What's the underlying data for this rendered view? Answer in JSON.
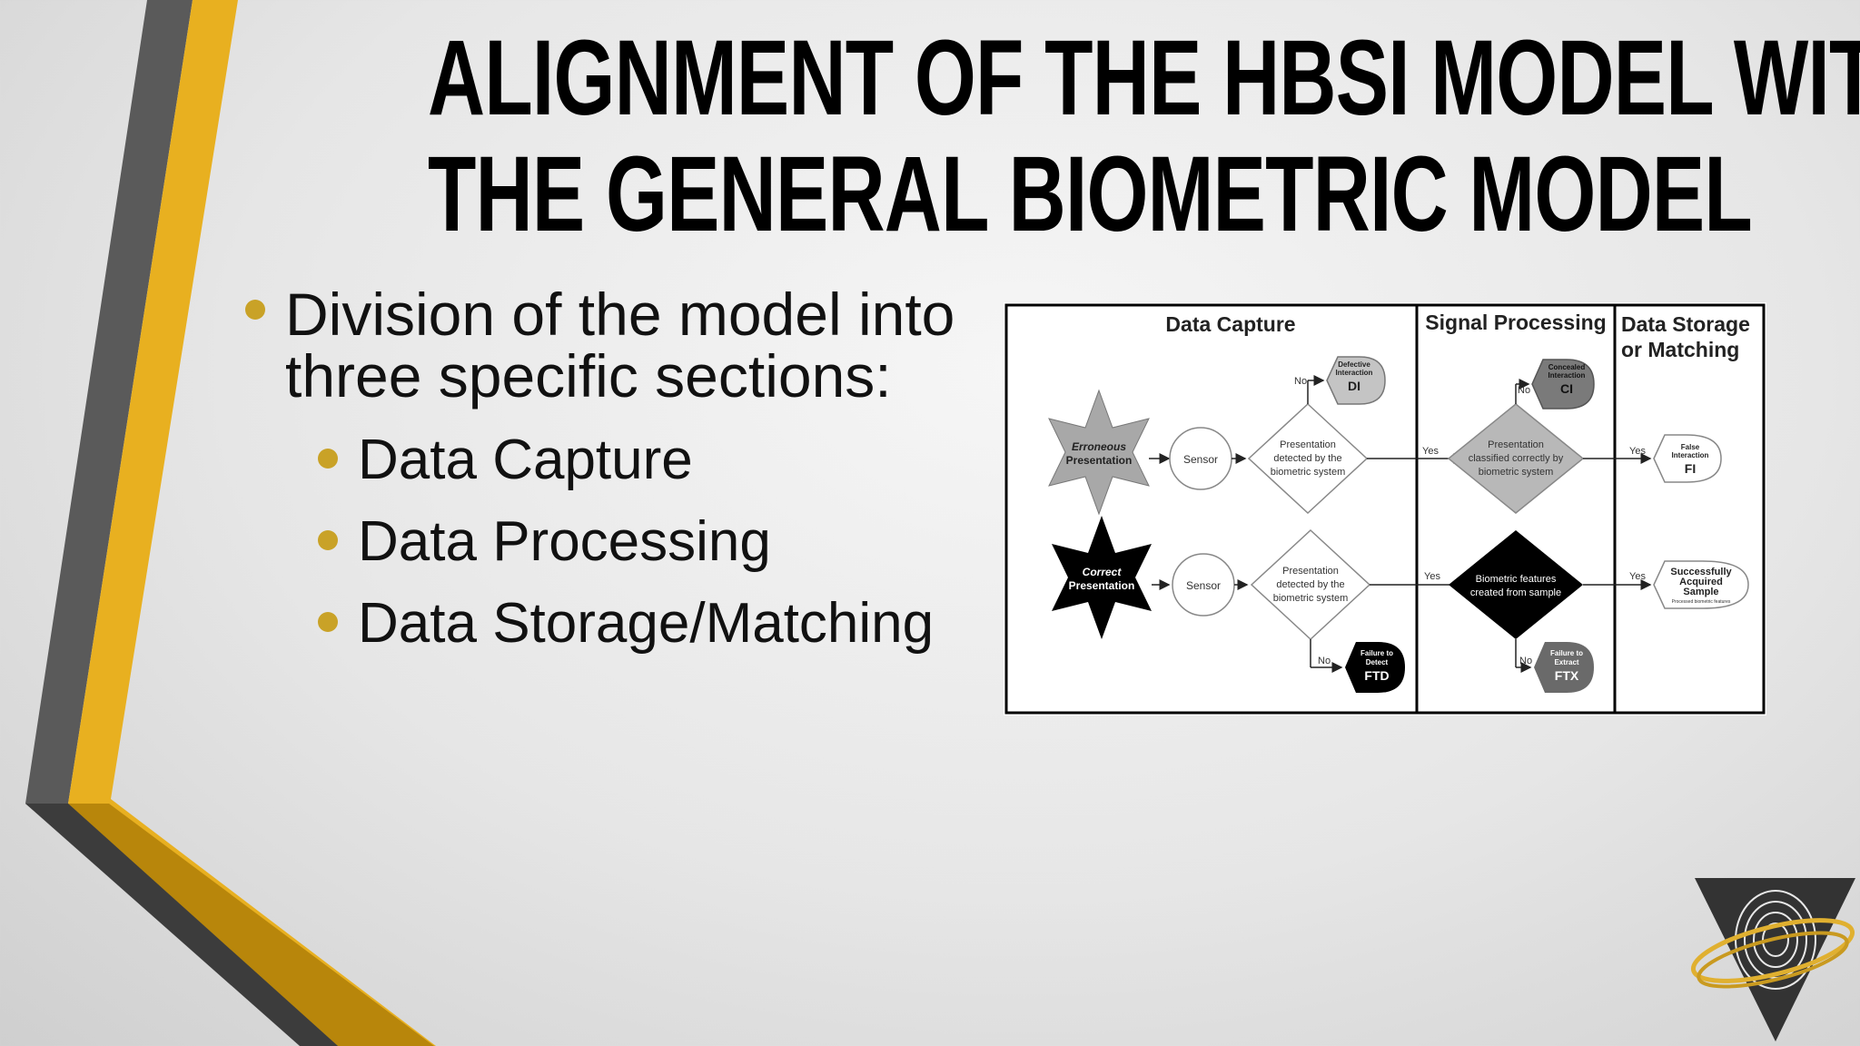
{
  "slide": {
    "title_line1": "ALIGNMENT OF THE HBSI MODEL WITH",
    "title_line2": "THE GENERAL BIOMETRIC MODEL",
    "bullet_main": "Division of the model into three specific sections:",
    "sub_bullets": [
      "Data Capture",
      "Data Processing",
      "Data Storage/Matching"
    ]
  },
  "diagram": {
    "headers": {
      "capture": "Data Capture",
      "signal": "Signal Processing",
      "storage_line1": "Data Storage",
      "storage_line2": "or Matching"
    },
    "erroneous_line1": "Erroneous",
    "erroneous_line2": "Presentation",
    "correct_line1": "Correct",
    "correct_line2": "Presentation",
    "sensor": "Sensor",
    "detect_line1": "Presentation",
    "detect_line2": "detected by the",
    "detect_line3": "biometric system",
    "classified_line1": "Presentation",
    "classified_line2": "classified correctly by",
    "classified_line3": "biometric system",
    "features_line1": "Biometric features",
    "features_line2": "created from sample",
    "yes": "Yes",
    "no": "No",
    "di_small1": "Defective",
    "di_small2": "Interaction",
    "di_code": "DI",
    "ci_small1": "Concealed",
    "ci_small2": "Interaction",
    "ci_code": "CI",
    "fi_small1": "False",
    "fi_small2": "Interaction",
    "fi_code": "FI",
    "ftd_small1": "Failure to",
    "ftd_small2": "Detect",
    "ftd_code": "FTD",
    "ftx_small1": "Failure to",
    "ftx_small2": "Extract",
    "ftx_code": "FTX",
    "sas_line1": "Successfully",
    "sas_line2": "Acquired",
    "sas_line3": "Sample",
    "sas_small": "Processed biometric features"
  },
  "colors": {
    "gold": "#e8b020",
    "dark_gold": "#b8860b",
    "gray_stripe": "#5e5e5e",
    "bullet_dot": "#c9a227"
  },
  "icons": [
    "hbsi-logo-icon"
  ]
}
